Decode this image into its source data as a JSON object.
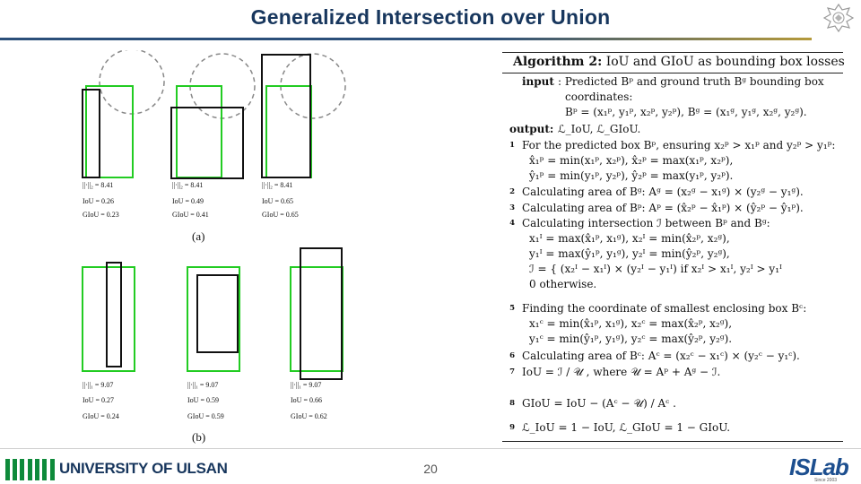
{
  "slide": {
    "title": "Generalized Intersection over Union",
    "page_number": "20",
    "footer_logo": "UNIVERSITY OF ULSAN",
    "lab_logo": "ISLab",
    "lab_logo_sub": "Since 2003",
    "colors": {
      "title": "#17365d",
      "green_box": "#22cc22",
      "black_box": "#111111",
      "circle": "#888888"
    }
  },
  "figure": {
    "row_a": [
      {
        "norm": "||·||₂ = 8.41",
        "iou": "IoU = 0.26",
        "giou": "GIoU = 0.23"
      },
      {
        "norm": "||·||₂ = 8.41",
        "iou": "IoU = 0.49",
        "giou": "GIoU = 0.41"
      },
      {
        "norm": "||·||₂ = 8.41",
        "iou": "IoU = 0.65",
        "giou": "GIoU = 0.65"
      }
    ],
    "caption_a": "(a)",
    "row_b": [
      {
        "norm": "||·||₁ = 9.07",
        "iou": "IoU = 0.27",
        "giou": "GIoU = 0.24"
      },
      {
        "norm": "||·||₁ = 9.07",
        "iou": "IoU = 0.59",
        "giou": "GIoU = 0.59"
      },
      {
        "norm": "||·||₁ = 9.07",
        "iou": "IoU = 0.66",
        "giou": "GIoU = 0.62"
      }
    ],
    "caption_b": "(b)"
  },
  "algorithm": {
    "heading_bold": "Algorithm 2:",
    "heading_rest": "IoU and GIoU as bounding box losses",
    "input_label": "input",
    "input_text": ": Predicted Bᵖ and ground truth Bᵍ bounding box",
    "input_text2": "coordinates:",
    "input_coords": "Bᵖ = (x₁ᵖ, y₁ᵖ, x₂ᵖ, y₂ᵖ),    Bᵍ = (x₁ᵍ, y₁ᵍ, x₂ᵍ, y₂ᵍ).",
    "output_label": "output:",
    "output_text": "ℒ_IoU, ℒ_GIoU.",
    "steps": [
      {
        "n": "1",
        "text": "For the predicted box Bᵖ, ensuring x₂ᵖ > x₁ᵖ and y₂ᵖ > y₁ᵖ:"
      },
      {
        "n": "",
        "text": "x̂₁ᵖ = min(x₁ᵖ, x₂ᵖ),    x̂₂ᵖ = max(x₁ᵖ, x₂ᵖ),"
      },
      {
        "n": "",
        "text": "ŷ₁ᵖ = min(y₁ᵖ, y₂ᵖ),    ŷ₂ᵖ = max(y₁ᵖ, y₂ᵖ)."
      },
      {
        "n": "2",
        "text": "Calculating area of Bᵍ: Aᵍ = (x₂ᵍ − x₁ᵍ) × (y₂ᵍ − y₁ᵍ)."
      },
      {
        "n": "3",
        "text": "Calculating area of Bᵖ: Aᵖ = (x̂₂ᵖ − x̂₁ᵖ) × (ŷ₂ᵖ − ŷ₁ᵖ)."
      },
      {
        "n": "4",
        "text": "Calculating intersection ℐ between Bᵖ and Bᵍ:"
      },
      {
        "n": "",
        "text": "x₁ᴵ = max(x̂₁ᵖ, x₁ᵍ),    x₂ᴵ = min(x̂₂ᵖ, x₂ᵍ),"
      },
      {
        "n": "",
        "text": "y₁ᴵ = max(ŷ₁ᵖ, y₁ᵍ),    y₂ᴵ = min(ŷ₂ᵖ, y₂ᵍ),"
      },
      {
        "n": "",
        "text": "ℐ = { (x₂ᴵ − x₁ᴵ) × (y₂ᴵ − y₁ᴵ)   if  x₂ᴵ > x₁ᴵ, y₂ᴵ > y₁ᴵ"
      },
      {
        "n": "",
        "text": "      0                                            otherwise."
      },
      {
        "n": "5",
        "text": "Finding the coordinate of smallest enclosing box Bᶜ:"
      },
      {
        "n": "",
        "text": "x₁ᶜ = min(x̂₁ᵖ, x₁ᵍ),    x₂ᶜ = max(x̂₂ᵖ, x₂ᵍ),"
      },
      {
        "n": "",
        "text": "y₁ᶜ = min(ŷ₁ᵖ, y₁ᵍ),    y₂ᶜ = max(ŷ₂ᵖ, y₂ᵍ)."
      },
      {
        "n": "6",
        "text": "Calculating area of Bᶜ: Aᶜ = (x₂ᶜ − x₁ᶜ) × (y₂ᶜ − y₁ᶜ)."
      },
      {
        "n": "7",
        "text": "IoU = ℐ / 𝒰 , where 𝒰 = Aᵖ + Aᵍ − ℐ."
      },
      {
        "n": "8",
        "text": "GIoU = IoU − (Aᶜ − 𝒰) / Aᶜ ."
      },
      {
        "n": "9",
        "text": "ℒ_IoU = 1 − IoU,    ℒ_GIoU = 1 − GIoU."
      }
    ]
  }
}
